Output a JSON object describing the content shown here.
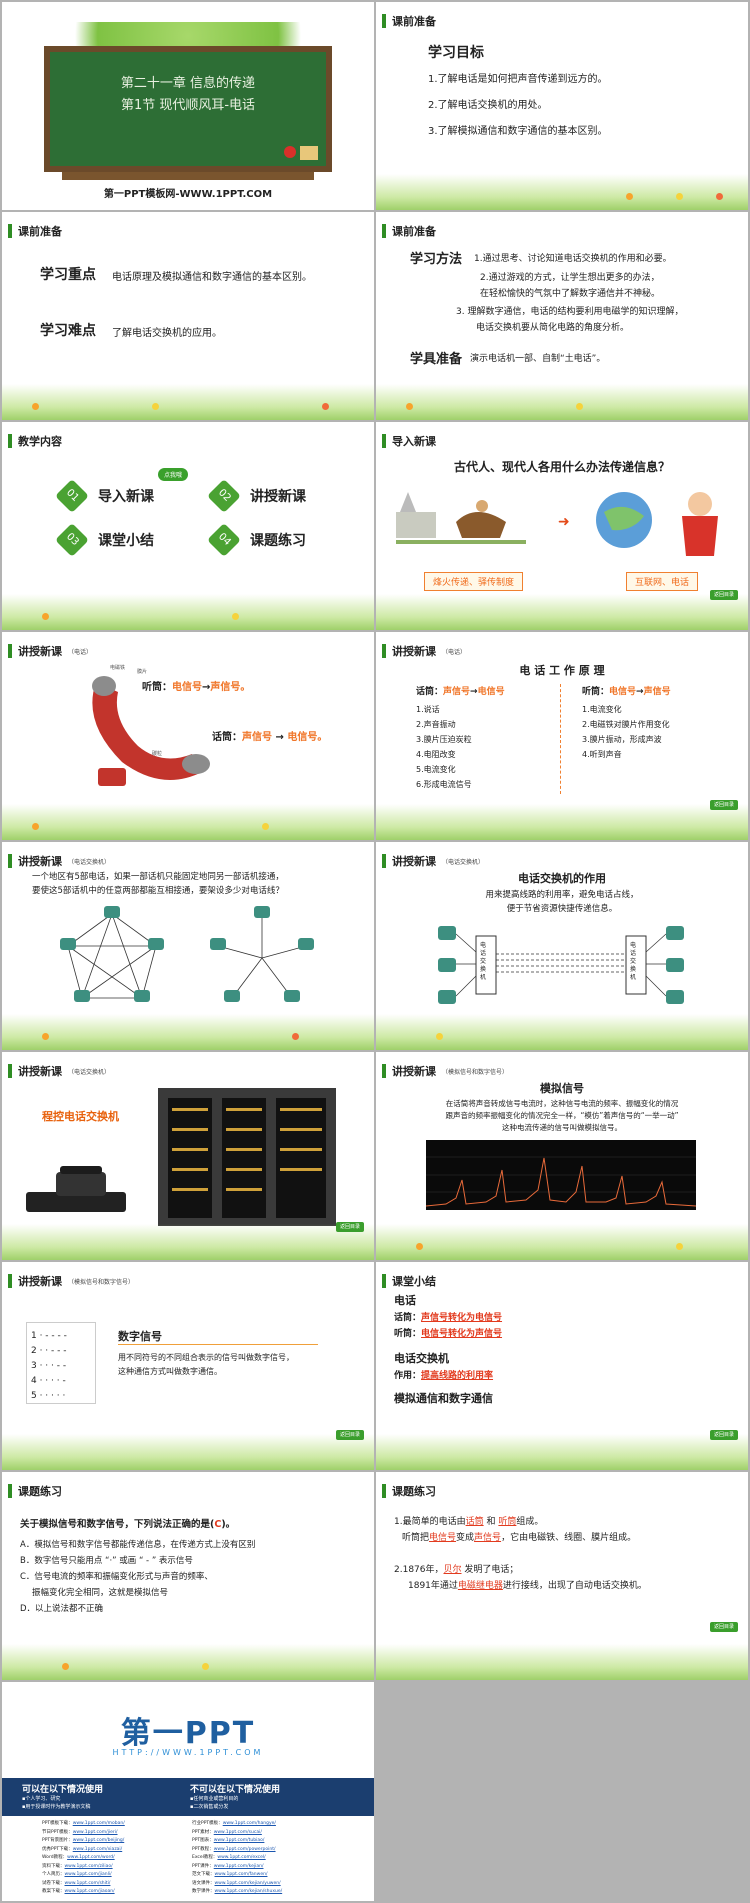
{
  "s1": {
    "chapter": "第二十一章 信息的传递",
    "section": "第1节 现代顺风耳-电话",
    "site": "第一PPT模板网-WWW.1PPT.COM"
  },
  "s2": {
    "header": "课前准备",
    "title": "学习目标",
    "items": [
      "1.了解电话是如何把声音传递到远方的。",
      "2.了解电话交换机的用处。",
      "3.了解模拟通信和数字通信的基本区别。"
    ]
  },
  "s3": {
    "header": "课前准备",
    "key_label": "学习重点",
    "key_text": "电话原理及模拟通信和数字通信的基本区别。",
    "diff_label": "学习难点",
    "diff_text": "了解电话交换机的应用。"
  },
  "s4": {
    "header": "课前准备",
    "method_label": "学习方法",
    "m1": "1.通过思考、讨论知道电话交换机的作用和必要。",
    "m2a": "2.通过游戏的方式，让学生想出更多的办法，",
    "m2b": "在轻松愉快的气氛中了解数字通信并不神秘。",
    "m3a": "3. 理解数字通信，电话的结构要利用电磁学的知识理解，",
    "m3b": "电话交换机要从简化电路的角度分析。",
    "prep_label": "学具准备",
    "prep_text": "演示电话机一部、自制“土电话”。"
  },
  "s5": {
    "header": "教学内容",
    "badge": "点我哦",
    "items": [
      {
        "num": "01",
        "label": "导入新课"
      },
      {
        "num": "02",
        "label": "讲授新课"
      },
      {
        "num": "03",
        "label": "课堂小结"
      },
      {
        "num": "04",
        "label": "课题练习"
      }
    ]
  },
  "s6": {
    "header": "导入新课",
    "question": "古代人、现代人各用什么办法传递信息？",
    "left_caption": "烽火传递、驿传制度",
    "right_caption": "互联网、电话",
    "back": "返回目录"
  },
  "s7": {
    "header": "讲授新课",
    "sub": "（电话）",
    "listen_label": "听筒：",
    "listen_a": "电信号",
    "arrow": "→",
    "listen_b": "声信号。",
    "speak_label": "话筒：",
    "speak_a": "声信号",
    "speak_b": "电信号。",
    "small1": "电磁铁",
    "small2": "膜片",
    "small3": "碳粒"
  },
  "s8": {
    "header": "讲授新课",
    "sub": "（电话）",
    "title": "电 话 工 作 原 理",
    "left_head_a": "话筒：",
    "left_head_b": "声信号",
    "left_head_c": "→",
    "left_head_d": "电信号",
    "left_items": [
      "1.说话",
      "2.声音振动",
      "3.膜片压迫炭粒",
      "4.电阻改变",
      "5.电流变化",
      "6.形成电流信号"
    ],
    "right_head_a": "听筒：",
    "right_head_b": "电信号",
    "right_head_c": "→",
    "right_head_d": "声信号",
    "right_items": [
      "1.电流变化",
      "2.电磁铁对膜片作用变化",
      "3.膜片振动，形成声波",
      "4.听到声音"
    ],
    "back": "返回目录"
  },
  "s9": {
    "header": "讲授新课",
    "sub": "（电话交换机）",
    "line1": "一个地区有5部电话，如果一部话机只能固定地同另一部话机接通，",
    "line2": "要使这5部话机中的任意两部都能互相接通，要架设多少对电话线？"
  },
  "s10": {
    "header": "讲授新课",
    "sub": "（电话交换机）",
    "title": "电话交换机的作用",
    "line1": "用来提高线路的利用率，避免电话占线，",
    "line2": "便于节省资源快捷传递信息。",
    "box": "电话交换机"
  },
  "s11": {
    "header": "讲授新课",
    "sub": "（电话交换机）",
    "label": "程控电话交换机",
    "back": "返回目录"
  },
  "s12": {
    "header": "讲授新课",
    "sub": "（模拟信号和数字信号）",
    "title": "模拟信号",
    "p1": "在话筒将声音转成信号电流时，这种信号电流的频率、振幅变化的情况",
    "p2": "跟声音的频率振幅变化的情况完全一样，“模仿”着声信号的“一举一动”",
    "p3": "这种电流传递的信号叫做模拟信号。"
  },
  "s13": {
    "header": "讲授新课",
    "sub": "（模拟信号和数字信号）",
    "codes": [
      "1 · - - - -",
      "2 · · - - -",
      "3 · · · - -",
      "4 · · · · -",
      "5 · · · · ·"
    ],
    "title": "数字信号",
    "p1": "用不同符号的不同组合表示的信号叫做数字信号，",
    "p2": "这种通信方式叫做数字通信。",
    "back": "返回目录"
  },
  "s14": {
    "header": "课堂小结",
    "h1": "电话",
    "l1a": "话筒：",
    "l1b": "声信号转化为电信号",
    "l2a": "听筒：",
    "l2b": "电信号转化为声信号",
    "h2": "电话交换机",
    "l3a": "作用：",
    "l3b": "提高线路的利用率",
    "h3": "模拟通信和数字通信",
    "back": "返回目录"
  },
  "s15": {
    "header": "课题练习",
    "q_a": "关于模拟信号和数字信号，下列说法正确的是(",
    "q_b": "C",
    "q_c": ")。",
    "a": "A．模拟信号和数字信号都能传递信息，在传递方式上没有区别",
    "b": "B．数字信号只能用点 “·” 或画 “ - ” 表示信号",
    "c1": "C．信号电流的频率和振幅变化形式与声音的频率、",
    "c2": "振幅变化完全相同，这就是模拟信号",
    "d": "D．以上说法都不正确"
  },
  "s16": {
    "header": "课题练习",
    "l1a": "1.最简单的电话由",
    "l1b": "话筒",
    "l1c": "和",
    "l1d": "听筒",
    "l1e": "组成。",
    "l2a": "听筒把",
    "l2b": "电信号",
    "l2c": "变成",
    "l2d": "声信号",
    "l2e": "，它由电磁铁、线圈、膜片组成。",
    "l3a": "2.1876年，",
    "l3b": "贝尔",
    "l3c": "发明了电话；",
    "l4a": "1891年通过",
    "l4b": "电磁继电器",
    "l4c": "进行接线，出现了自动电话交换机。",
    "back": "返回目录"
  },
  "s17": {
    "logo": "第一PPT",
    "url": "HTTP://WWW.1PPT.COM",
    "can_title": "可以在以下情况使用",
    "can_1": "▪个人学习、研究",
    "can_2": "▪用于授课时作为教学演示文稿",
    "cannot_title": "不可以在以下情况使用",
    "cannot_1": "▪任何商业或营利目的",
    "cannot_2": "▪二次销售或分发",
    "links_left": [
      [
        "PPT模板下载：",
        "www.1ppt.com/moban/"
      ],
      [
        "节日PPT模板：",
        "www.1ppt.com/jieri/"
      ],
      [
        "PPT背景图片：",
        "www.1ppt.com/beijing/"
      ],
      [
        "优秀PPT下载：",
        "www.1ppt.com/xiazai/"
      ],
      [
        "Word教程：",
        "www.1ppt.com/word/"
      ],
      [
        "资料下载：",
        "www.1ppt.com/ziliao/"
      ],
      [
        "个人简历：",
        "www.1ppt.com/jianli/"
      ],
      [
        "试卷下载：",
        "www.1ppt.com/shiti/"
      ],
      [
        "教案下载：",
        "www.1ppt.com/jiaoan/"
      ]
    ],
    "links_right": [
      [
        "行业PPT模板：",
        "www.1ppt.com/hangye/"
      ],
      [
        "PPT素材：",
        "www.1ppt.com/sucai/"
      ],
      [
        "PPT图表：",
        "www.1ppt.com/tubiao/"
      ],
      [
        "PPT教程：",
        "www.1ppt.com/powerpoint/"
      ],
      [
        "Excel教程：",
        "www.1ppt.com/excel/"
      ],
      [
        "PPT课件：",
        "www.1ppt.com/kejian/"
      ],
      [
        "范文下载：",
        "www.1ppt.com/fanwen/"
      ],
      [
        "语文课件：",
        "www.1ppt.com/kejian/yuwen/"
      ],
      [
        "数学课件：",
        "www.1ppt.com/kejian/shuxue/"
      ]
    ]
  }
}
